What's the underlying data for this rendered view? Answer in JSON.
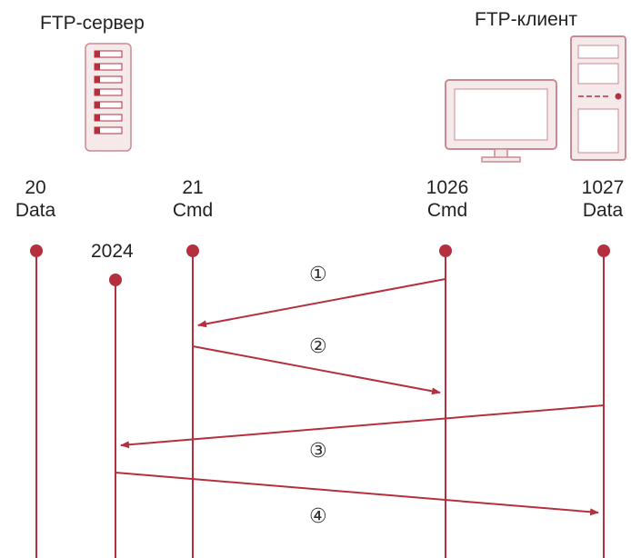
{
  "server": {
    "title": "FTP-сервер"
  },
  "client": {
    "title": "FTP-клиент"
  },
  "ports": {
    "server_data": {
      "number": "20",
      "label": "Data"
    },
    "server_cmd": {
      "number": "21",
      "label": "Cmd"
    },
    "server_ephemeral": {
      "number": "2024"
    },
    "client_cmd": {
      "number": "1026",
      "label": "Cmd"
    },
    "client_data": {
      "number": "1027",
      "label": "Data"
    }
  },
  "steps": [
    "①",
    "②",
    "③",
    "④"
  ],
  "colors": {
    "accent": "#b5303f",
    "icon_fill": "#f6e9ea",
    "icon_stroke": "#c98a92"
  }
}
